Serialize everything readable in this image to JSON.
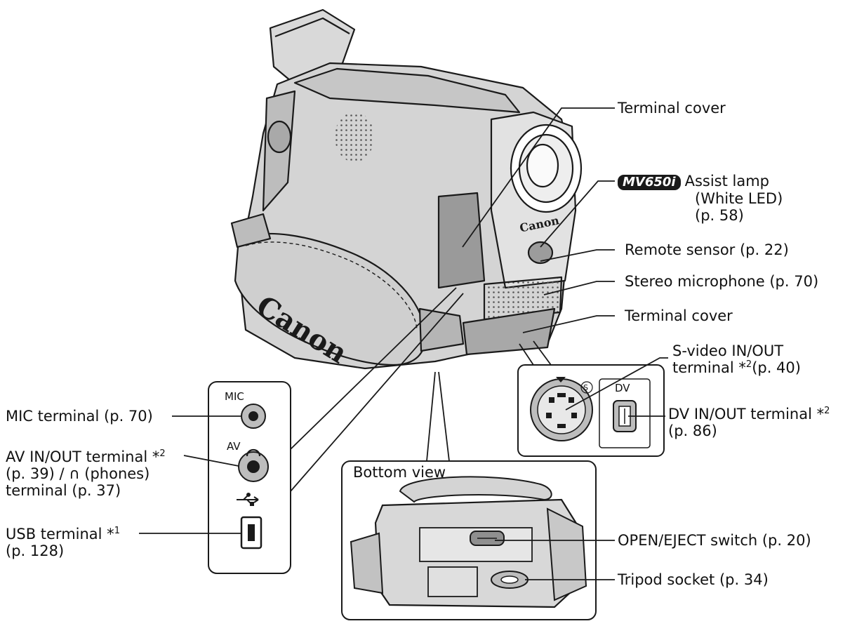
{
  "labels": {
    "terminal_cover_top": "Terminal cover",
    "assist_badge": "MV650i",
    "assist_lamp_line1": "Assist lamp",
    "assist_lamp_line2": "(White LED)",
    "assist_lamp_line3": "(p. 58)",
    "remote_sensor": "Remote sensor  (p. 22)",
    "stereo_microphone": "Stereo microphone (p. 70)",
    "terminal_cover_bottom": "Terminal cover",
    "svideo_line1": "S-video IN/OUT",
    "svideo_line2": "terminal *",
    "svideo_sup": "2",
    "svideo_line2b": "(p. 40)",
    "dv_line1": "DV IN/OUT terminal *",
    "dv_sup": "2",
    "dv_line2": "(p. 86)",
    "mic_terminal": "MIC terminal (p. 70)",
    "av_line1": "AV IN/OUT terminal *",
    "av_sup": "2",
    "av_line2": "(p. 39) / ∩ (phones)",
    "av_line3": "terminal (p. 37)",
    "usb_line1": "USB terminal *",
    "usb_sup": "1",
    "usb_line2": "(p. 128)",
    "bottom_view": "Bottom view",
    "open_eject": "OPEN/EJECT switch (p. 20)",
    "tripod_socket": "Tripod socket (p. 34)"
  },
  "panel_text": {
    "mic": "MIC",
    "av": "AV",
    "dv": "DV",
    "s_mark": "S"
  },
  "brand": {
    "grip_logo": "Canon",
    "front_logo": "Canon"
  },
  "icons": {
    "phones": "headphones-icon",
    "usb": "usb-icon"
  }
}
